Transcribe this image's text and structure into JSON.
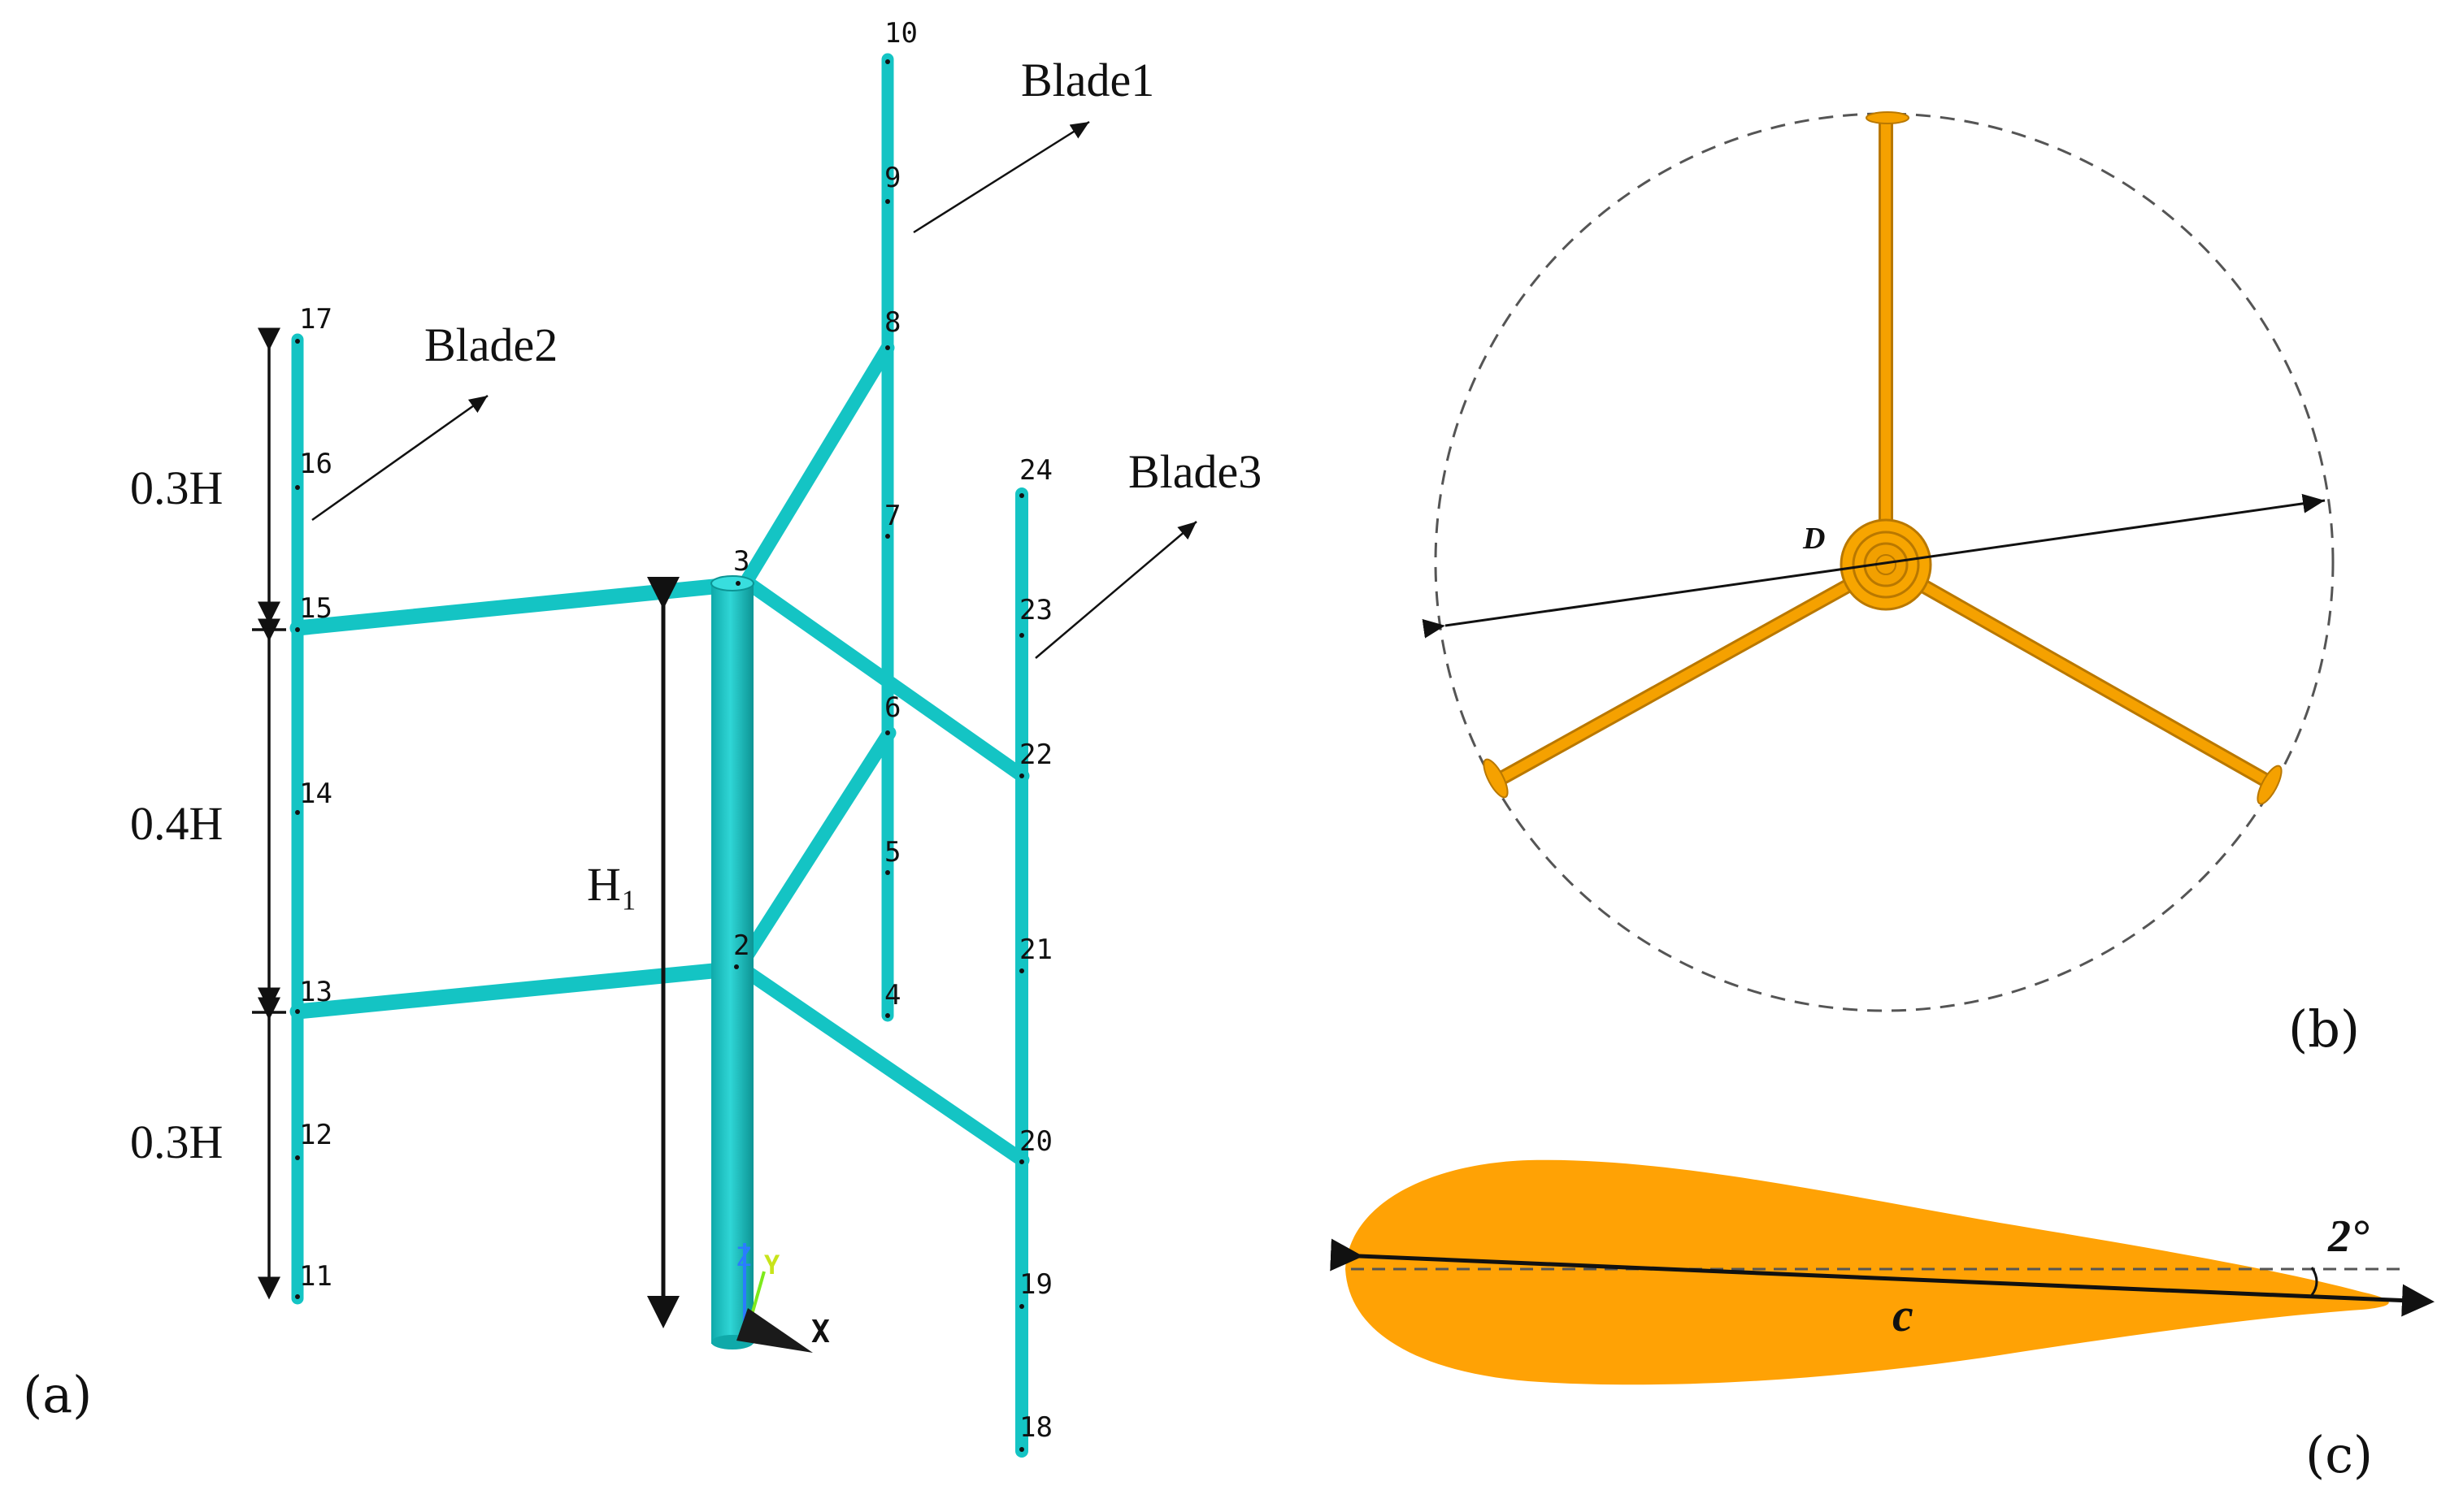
{
  "colors": {
    "structure": "#14c4c4",
    "structure_edge": "#0d8f8f",
    "rotor": "#f5a100",
    "rotor_edge": "#b97800",
    "airfoil": "#ffa205",
    "ink": "#111111"
  },
  "panels": {
    "a": "(a)",
    "b": "(b)",
    "c": "(c)"
  },
  "blades": {
    "blade1": "Blade1",
    "blade2": "Blade2",
    "blade3": "Blade3"
  },
  "dimensions": {
    "top": "0.3H",
    "middle": "0.4H",
    "bottom": "0.3H",
    "shaft": "H₁"
  },
  "axes": {
    "z": "Z",
    "y": "Y",
    "x": "X"
  },
  "nodes": [
    "2",
    "3",
    "4",
    "5",
    "6",
    "7",
    "8",
    "9",
    "10",
    "11",
    "12",
    "13",
    "14",
    "15",
    "16",
    "17",
    "18",
    "19",
    "20",
    "21",
    "22",
    "23",
    "24"
  ],
  "top_view": {
    "diameter": "D"
  },
  "airfoil": {
    "chord": "c",
    "angle": "2°"
  }
}
